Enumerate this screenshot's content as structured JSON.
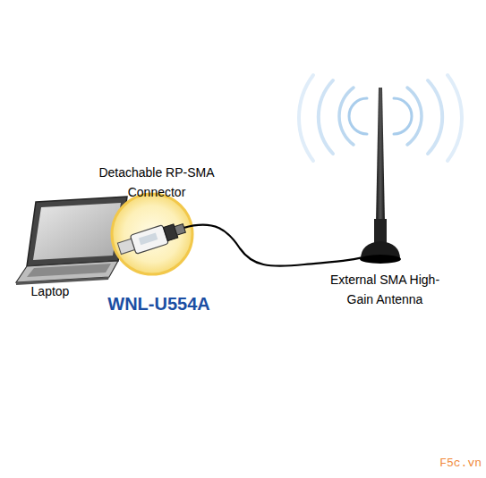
{
  "diagram": {
    "labels": [
      "Detachable RP-SMA Connector",
      "Laptop",
      "WNL-U554A",
      "External SMA High-Gain Antenna",
      "F5c.vn"
    ]
  }
}
